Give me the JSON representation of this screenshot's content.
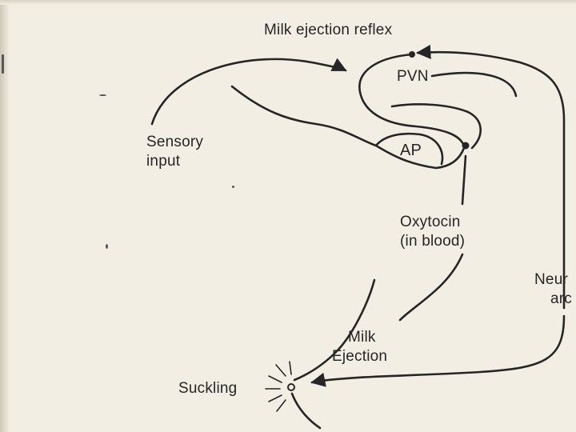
{
  "title": "Milk ejection reflex",
  "labels": {
    "pvn": "PVN",
    "ap": "AP",
    "sensory_input": [
      "Sensory",
      "input"
    ],
    "oxytocin": [
      "Oxytocin",
      "(in blood)"
    ],
    "neural_arc": [
      "Neur",
      "arc"
    ],
    "milk_ejection": [
      "Milk",
      "Ejection"
    ],
    "suckling": "Suckling"
  },
  "colors": {
    "ink": "#262626",
    "paper": "#f2eee3"
  }
}
